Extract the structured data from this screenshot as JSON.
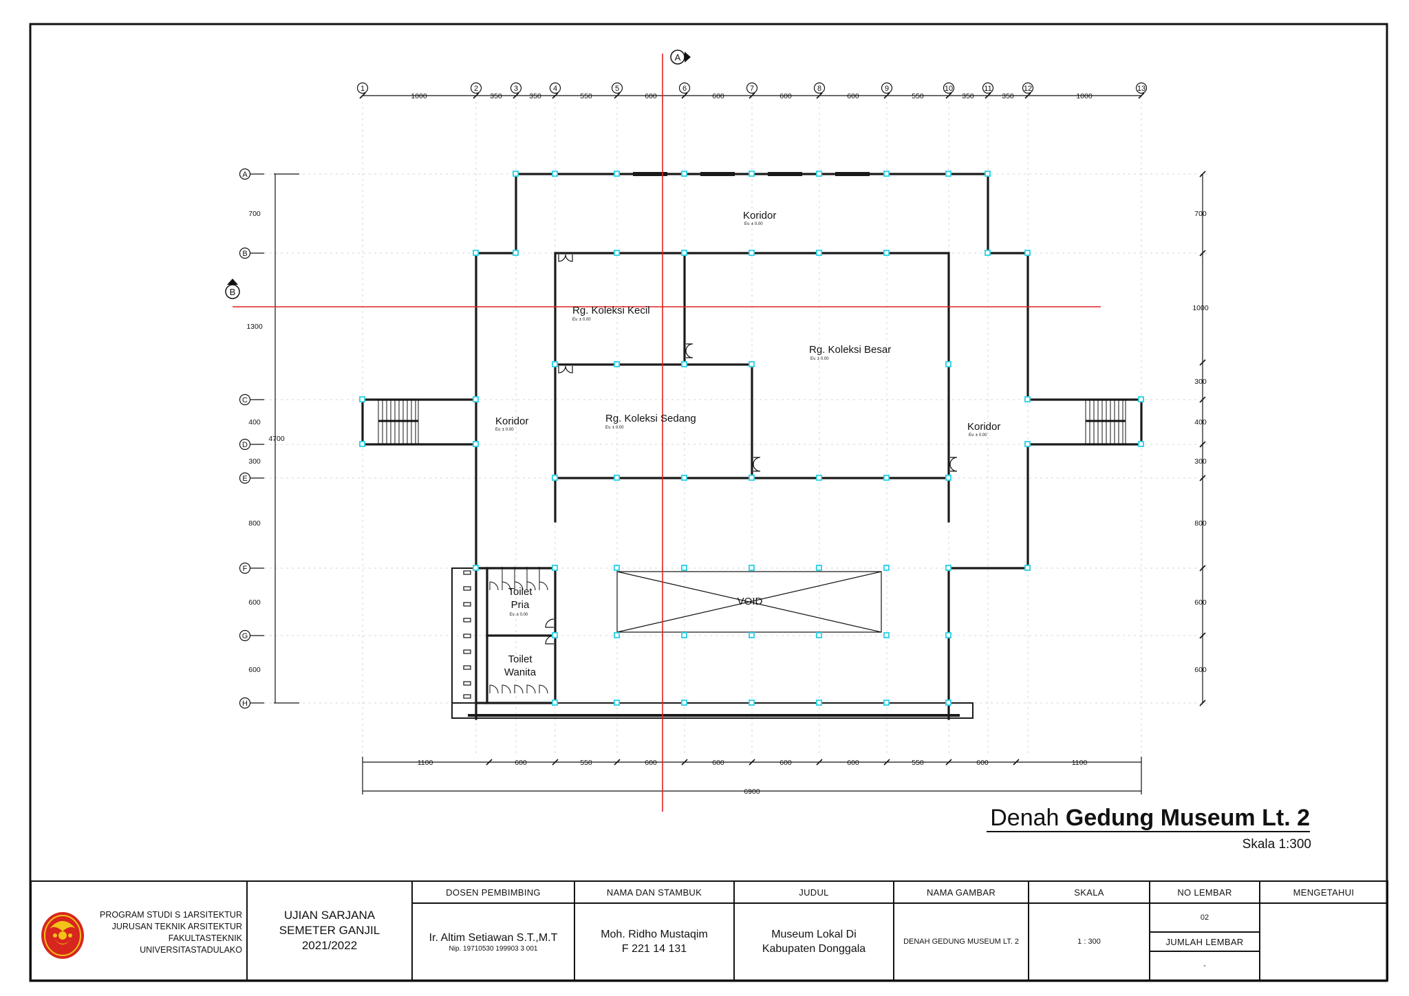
{
  "drawing": {
    "title_prefix": "Denah ",
    "title_bold": "Gedung Museum Lt. 2",
    "scale_label": "Skala 1:300",
    "section_a": "A",
    "section_b": "B"
  },
  "grid": {
    "columns": [
      "1",
      "2",
      "3",
      "4",
      "5",
      "6",
      "7",
      "8",
      "9",
      "10",
      "11",
      "12",
      "13"
    ],
    "rows": [
      "A",
      "B",
      "C",
      "D",
      "E",
      "F",
      "G",
      "H"
    ]
  },
  "dims": {
    "top": [
      "1000",
      "350",
      "350",
      "550",
      "600",
      "600",
      "600",
      "600",
      "550",
      "350",
      "350",
      "1000"
    ],
    "bottom": [
      "1100",
      "600",
      "550",
      "600",
      "600",
      "600",
      "600",
      "550",
      "600",
      "1100"
    ],
    "bottom_total": "6900",
    "left": [
      "700",
      "1300",
      "400",
      "300",
      "800",
      "600",
      "600"
    ],
    "left_total": "4700",
    "right": [
      "700",
      "1000",
      "300",
      "400",
      "300",
      "800",
      "600",
      "600"
    ]
  },
  "rooms": {
    "koridor_top": "Koridor",
    "koridor_left": "Koridor",
    "koridor_right": "Koridor",
    "koleksi_kecil": "Rg. Koleksi Kecil",
    "koleksi_besar": "Rg. Koleksi Besar",
    "koleksi_sedang": "Rg. Koleksi Sedang",
    "void": "VOID",
    "toilet_pria_1": "Toilet",
    "toilet_pria_2": "Pria",
    "toilet_wanita_1": "Toilet",
    "toilet_wanita_2": "Wanita",
    "elev": "Ev. ± 0.00"
  },
  "title_block": {
    "program": [
      "PROGRAM STUDI S 1ARSITEKTUR",
      "JURUSAN TEKNIK ARSITEKTUR",
      "FAKULTASTEKNIK",
      "UNIVERSITASTADULAKO"
    ],
    "exam": [
      "UJIAN SARJANA",
      "SEMETER GANJIL",
      "2021/2022"
    ],
    "dosen_header": "DOSEN PEMBIMBING",
    "dosen_name": "Ir. Altim Setiawan S.T.,M.T",
    "dosen_nip": "Nip. 19710530 199903 3 001",
    "nama_header": "NAMA DAN STAMBUK",
    "nama_name": "Moh. Ridho Mustaqim",
    "nama_stambuk": "F 221 14 131",
    "judul_header": "JUDUL",
    "judul_1": "Museum Lokal Di",
    "judul_2": "Kabupaten Donggala",
    "gambar_header": "NAMA GAMBAR",
    "gambar_value": "DENAH GEDUNG MUSEUM LT. 2",
    "skala_header": "SKALA",
    "skala_value": "1 : 300",
    "lembar_header": "NO LEMBAR",
    "lembar_value": "02",
    "jumlah_header": "JUMLAH LEMBAR",
    "jumlah_value": "-",
    "mengetahui_header": "MENGETAHUI"
  },
  "colors": {
    "section_line": "#e02020",
    "node": "#39d4e6",
    "wall": "#1a1a1a",
    "logo_red": "#d7261e",
    "logo_yellow": "#f3c318"
  }
}
